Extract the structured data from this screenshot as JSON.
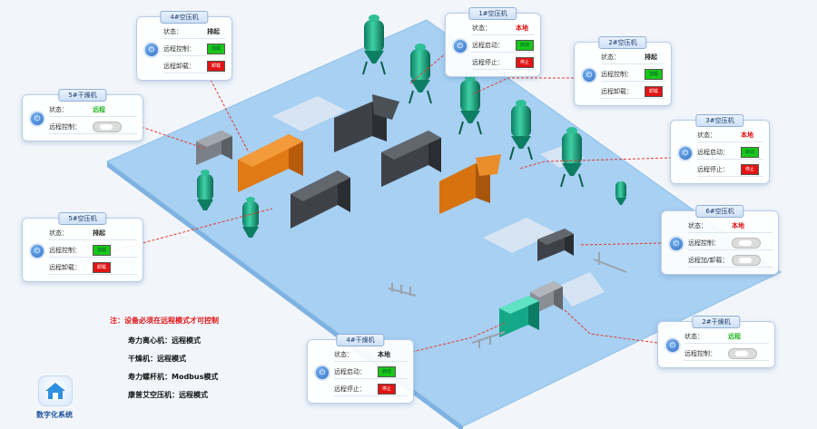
{
  "notes": {
    "title": "注：设备必须在远程模式才可控制",
    "lines": [
      "寿力离心机：远程模式",
      "干燥机：远程模式",
      "寿力螺杆机：Modbus模式",
      "康普艾空压机：远程模式"
    ]
  },
  "app": {
    "label": "数字化系统"
  },
  "colors": {
    "floor": "#a7d0f2",
    "link": "#e8382f",
    "accent": "#2f6fc4",
    "on": "#19c719",
    "off": "#e31313"
  },
  "cards": [
    {
      "id": "compressor-4",
      "title": "4#空压机",
      "rows": [
        {
          "label": "状态：",
          "type": "text",
          "value": "排起",
          "tone": "dark"
        },
        {
          "label": "远程控制：",
          "type": "button",
          "value": "加载",
          "tone": "green"
        },
        {
          "label": "远程卸载：",
          "type": "button",
          "value": "卸载",
          "tone": "red"
        }
      ]
    },
    {
      "id": "compressor-1",
      "title": "1#空压机",
      "rows": [
        {
          "label": "状态：",
          "type": "text",
          "value": "本地",
          "tone": "red"
        },
        {
          "label": "远程启动：",
          "type": "button",
          "value": "启动",
          "tone": "green"
        },
        {
          "label": "远程停止：",
          "type": "button",
          "value": "停止",
          "tone": "red"
        }
      ]
    },
    {
      "id": "compressor-2",
      "title": "2#空压机",
      "rows": [
        {
          "label": "状态：",
          "type": "text",
          "value": "排起",
          "tone": "dark"
        },
        {
          "label": "远程控制：",
          "type": "button",
          "value": "加载",
          "tone": "green"
        },
        {
          "label": "远程卸载：",
          "type": "button",
          "value": "卸载",
          "tone": "red"
        }
      ]
    },
    {
      "id": "dryer-5",
      "title": "5#干燥机",
      "rows": [
        {
          "label": "状态：",
          "type": "text",
          "value": "远程",
          "tone": "green"
        },
        {
          "label": "远程控制：",
          "type": "toggle",
          "value": ""
        }
      ]
    },
    {
      "id": "compressor-3",
      "title": "3#空压机",
      "rows": [
        {
          "label": "状态：",
          "type": "text",
          "value": "本地",
          "tone": "red"
        },
        {
          "label": "远程启动：",
          "type": "button",
          "value": "启动",
          "tone": "green"
        },
        {
          "label": "远程停止：",
          "type": "button",
          "value": "停止",
          "tone": "red"
        }
      ]
    },
    {
      "id": "compressor-5",
      "title": "5#空压机",
      "rows": [
        {
          "label": "状态：",
          "type": "text",
          "value": "排起",
          "tone": "dark"
        },
        {
          "label": "远程控制：",
          "type": "button",
          "value": "加载",
          "tone": "green"
        },
        {
          "label": "远程卸载：",
          "type": "button",
          "value": "卸载",
          "tone": "red"
        }
      ]
    },
    {
      "id": "compressor-6",
      "title": "6#空压机",
      "rows": [
        {
          "label": "状态：",
          "type": "text",
          "value": "本地",
          "tone": "red"
        },
        {
          "label": "远程控制：",
          "type": "toggle",
          "value": ""
        },
        {
          "label": "远程加/卸载：",
          "type": "toggle",
          "value": ""
        }
      ]
    },
    {
      "id": "dryer-2",
      "title": "2#干燥机",
      "rows": [
        {
          "label": "状态：",
          "type": "text",
          "value": "远程",
          "tone": "green"
        },
        {
          "label": "远程控制：",
          "type": "toggle",
          "value": ""
        }
      ]
    },
    {
      "id": "dryer-4",
      "title": "4#干燥机",
      "rows": [
        {
          "label": "状态：",
          "type": "text",
          "value": "本地",
          "tone": "dark"
        },
        {
          "label": "远程启动：",
          "type": "button",
          "value": "启动",
          "tone": "green"
        },
        {
          "label": "远程停止：",
          "type": "button",
          "value": "停止",
          "tone": "red"
        }
      ]
    }
  ]
}
